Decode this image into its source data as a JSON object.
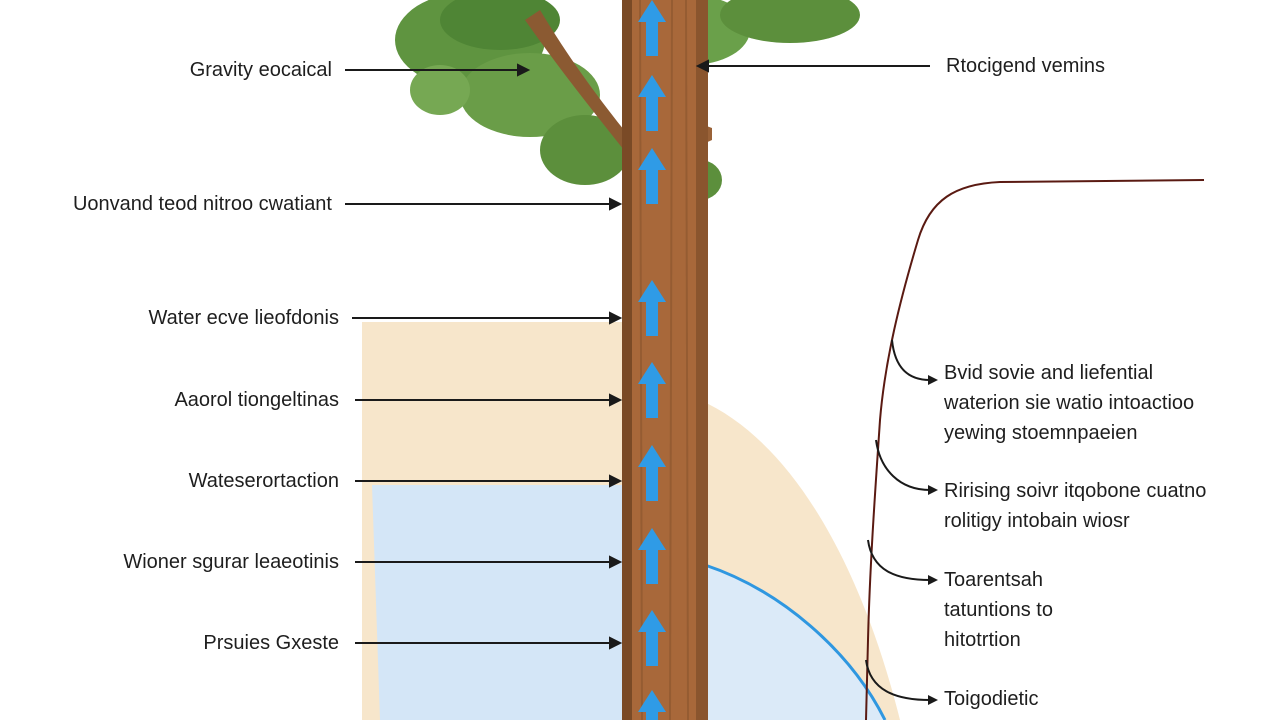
{
  "left_labels": [
    "Gravity eocaical",
    "Uonvand teod nitroo cwatiant",
    "Water ecve lieofdonis",
    "Aaorol tiongeltinas",
    "Wateserortaction",
    "Wioner sgurar leaeotinis",
    "Prsuies Gxeste"
  ],
  "top_right_label": "Rtocigend vemins",
  "right_labels": [
    "Bvid sovie and liefential\nwaterion sie watio intoactioo\nyewing stoemnpaeien",
    "Rirising soivr itqobone cuatno\nrolitigy intobain wiosr",
    "Toarentsah\ntatuntions to\nhitotrtion",
    "Toigodietic"
  ],
  "colors": {
    "trunk": "#a8683a",
    "trunk_dark": "#7a4a26",
    "arrow": "#2f9be6",
    "sand": "#f6e4c8",
    "water_band": "#cfe3f5",
    "water_curve": "#2f97e0",
    "foliage": "#5c8f3c",
    "bracket": "#5a1a12"
  },
  "icons": [
    "upward-flow-arrow-icon"
  ]
}
